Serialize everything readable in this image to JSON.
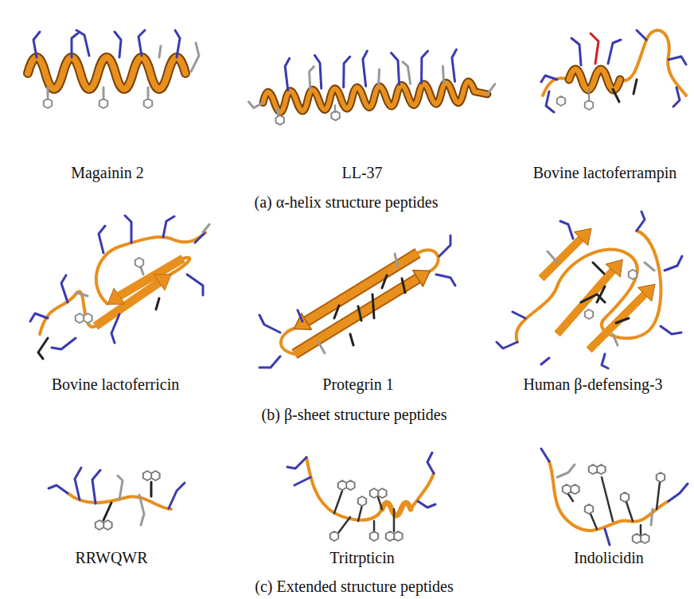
{
  "diagram": {
    "labels": [
      "Magainin 2",
      "LL-37",
      "Bovine lactoferrampin",
      "(a) α-helix structure peptides",
      "Bovine lactoferricin",
      "Protegrin 1",
      "Human β-defensing-3",
      "(b) β-sheet structure peptides",
      "RRWQWR",
      "Tritrpticin",
      "Indolicidin",
      "(c) Extended structure peptides"
    ]
  }
}
